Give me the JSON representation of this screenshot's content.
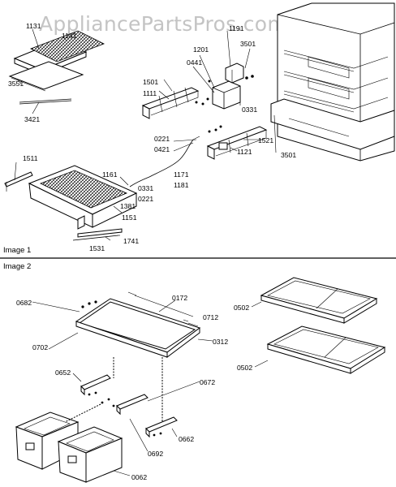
{
  "watermark": "AppliancePartsPros.com",
  "sections": [
    "Image 1",
    "Image 2"
  ],
  "parts_image1": [
    "1131",
    "1141",
    "3551",
    "3421",
    "1201",
    "0441",
    "1191",
    "3501",
    "1501",
    "1111",
    "0331",
    "0221",
    "0421",
    "1521",
    "1121",
    "3501",
    "1511",
    "1161",
    "1171",
    "1181",
    "0331",
    "0221",
    "1381",
    "1151",
    "1741",
    "1531"
  ],
  "parts_image2": [
    "0682",
    "0172",
    "0712",
    "0502",
    "0702",
    "0312",
    "0502",
    "0652",
    "0672",
    "0662",
    "0692",
    "0062"
  ]
}
